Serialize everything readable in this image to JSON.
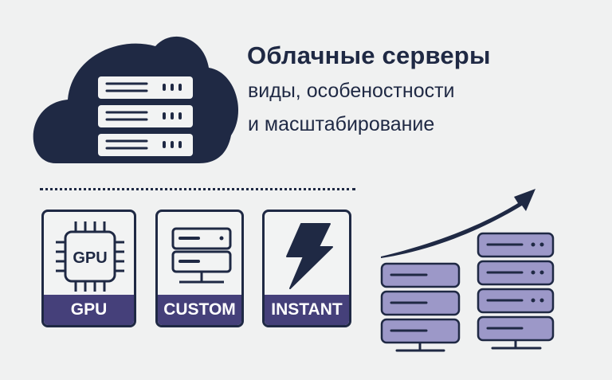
{
  "header": {
    "title": "Облачные серверы",
    "subtitle_line1": "виды, особеностности",
    "subtitle_line2": "и масштабирование"
  },
  "cards": [
    {
      "label": "GPU",
      "icon": "chip-icon",
      "chip_text": "GPU"
    },
    {
      "label": "CUSTOM",
      "icon": "server-icon"
    },
    {
      "label": "INSTANT",
      "icon": "lightning-icon"
    }
  ],
  "colors": {
    "navy": "#1f2944",
    "purple": "#45407a",
    "lavender": "#9c98c8",
    "background": "#f0f1f1"
  }
}
